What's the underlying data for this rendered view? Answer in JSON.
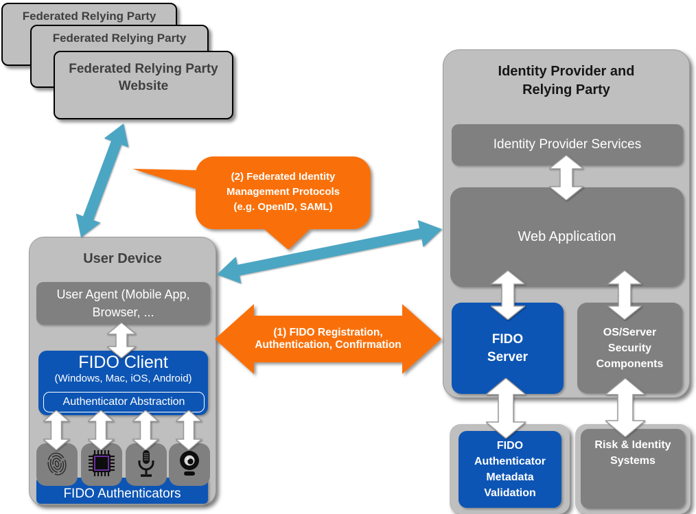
{
  "federated_stack": {
    "items": [
      {
        "label": "Federated Relying Party"
      },
      {
        "label": "Federated Relying Party"
      },
      {
        "label": "Federated Relying Party Website"
      }
    ]
  },
  "callouts": {
    "federation_protocols": {
      "lines": [
        "(2) Federated Identity",
        "Management Protocols",
        "(e.g. OpenID, SAML)"
      ]
    },
    "fido_protocols": {
      "lines": [
        "(1) FIDO Registration,",
        "Authentication, Confirmation"
      ]
    }
  },
  "user_device": {
    "title": "User Device",
    "user_agent_label": "User Agent (Mobile App, Browser, ...",
    "fido_client_title": "FIDO Client",
    "fido_client_subtitle": "(Windows, Mac, iOS, Android)",
    "authenticator_abstraction_label": "Authenticator Abstraction",
    "authenticators_bar_label": "FIDO Authenticators",
    "authenticator_icons": [
      "fingerprint-icon",
      "secure-chip-icon",
      "microphone-icon",
      "camera-icon"
    ]
  },
  "identity_provider": {
    "title_lines": [
      "Identity Provider and",
      "Relying Party"
    ],
    "services_label": "Identity Provider Services",
    "web_application_label": "Web Application",
    "fido_server_lines": [
      "FIDO",
      "Server"
    ],
    "os_server_lines": [
      "OS/Server",
      "Security",
      "Components"
    ]
  },
  "bottom_row": {
    "metadata_validation_lines": [
      "FIDO",
      "Authenticator",
      "Metadata",
      "Validation"
    ],
    "risk_systems_lines": [
      "Risk & Identity",
      "Systems"
    ]
  },
  "colors": {
    "accent_blue": "#0D55B4",
    "accent_orange": "#F9700A",
    "accent_teal": "#4BA6C3",
    "container_gray": "#BFBFBF",
    "box_gray": "#808080"
  }
}
